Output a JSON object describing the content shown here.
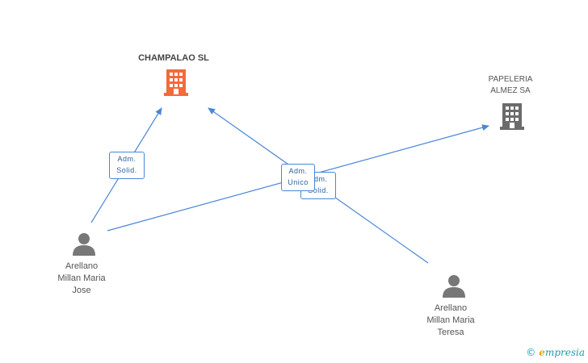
{
  "colors": {
    "edge": "#4a86d8",
    "company_main": "#f26b3a",
    "company": "#6b6b6b",
    "person": "#777777"
  },
  "nodes": {
    "champalao": {
      "label": "CHAMPALAO SL",
      "icon": "building-icon"
    },
    "papeleria": {
      "label_line1": "PAPELERIA",
      "label_line2": "ALMEZ SA",
      "icon": "building-icon"
    },
    "jose": {
      "line1": "Arellano",
      "line2": "Millan Maria",
      "line3": "Jose",
      "icon": "person-icon"
    },
    "teresa": {
      "line1": "Arellano",
      "line2": "Millan Maria",
      "line3": "Teresa",
      "icon": "person-icon"
    }
  },
  "edges": {
    "jose_champalao": {
      "line1": "Adm.",
      "line2": "Solid."
    },
    "teresa_champalao": {
      "line1": "Adm.",
      "line2": "Solid."
    },
    "jose_papeleria": {
      "line1": "Adm.",
      "line2": "Unico"
    }
  },
  "brand": {
    "copyright": "©",
    "initial": "e",
    "name": "mpresia"
  }
}
